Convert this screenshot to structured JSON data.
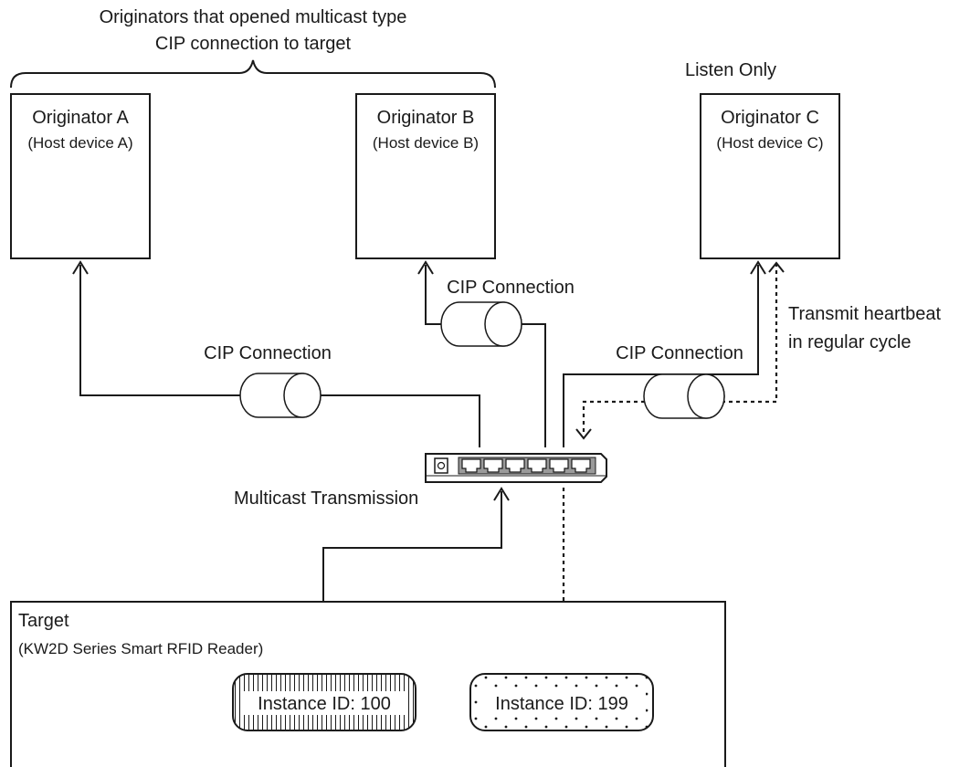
{
  "originators_caption": {
    "line1": "Originators that opened multicast type",
    "line2": "CIP connection to target"
  },
  "listen_only_label": "Listen Only",
  "originators": [
    {
      "name": "Originator A",
      "host": "(Host device A)"
    },
    {
      "name": "Originator B",
      "host": "(Host device B)"
    },
    {
      "name": "Originator C",
      "host": "(Host device C)"
    }
  ],
  "connections": [
    {
      "label": "CIP Connection"
    },
    {
      "label": "CIP Connection"
    },
    {
      "label": "CIP Connection"
    }
  ],
  "heartbeat": {
    "line1": "Transmit heartbeat",
    "line2": "in regular cycle"
  },
  "multicast_label": "Multicast Transmission",
  "target": {
    "title": "Target",
    "subtitle": "(KW2D Series Smart RFID Reader)",
    "instances": [
      {
        "label": "Instance ID: 100",
        "pattern": "vertical-hatch"
      },
      {
        "label": "Instance ID: 199",
        "pattern": "dots"
      }
    ]
  }
}
